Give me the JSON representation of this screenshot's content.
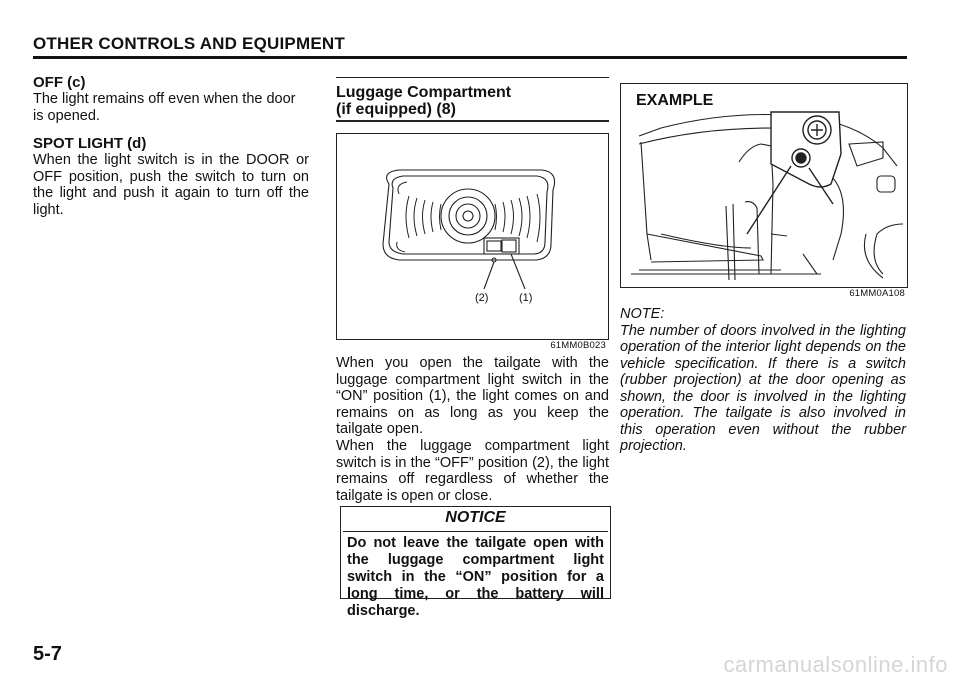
{
  "header": {
    "title": "OTHER CONTROLS AND EQUIPMENT"
  },
  "col1": {
    "off_heading": "OFF (c)",
    "off_text": "The light remains off even when the door is opened.",
    "spot_heading": "SPOT LIGHT (d)",
    "spot_text": "When the light switch is in the DOOR or OFF position, push the switch to turn on the light and push it again to turn off the light."
  },
  "col2": {
    "section_title_line1": "Luggage Compartment",
    "section_title_line2": "(if equipped) (8)",
    "figure": {
      "label_2": "(2)",
      "label_1": "(1)",
      "code": "61MM0B023"
    },
    "paragraph1": "When you open the tailgate with the luggage compartment light switch in the “ON” position (1), the light comes on and remains on as long as you keep the tailgate open.",
    "paragraph2": "When the luggage compartment light switch is in the “OFF” position (2), the light remains off regardless of whether the tailgate is open or close.",
    "notice": {
      "heading": "NOTICE",
      "text": "Do not leave the tailgate open with the luggage compartment light switch in the “ON” position for a long time, or the battery will discharge."
    }
  },
  "col3": {
    "figure": {
      "label": "EXAMPLE",
      "code": "61MM0A108"
    },
    "note_heading": "NOTE:",
    "note_text": "The number of doors involved in the lighting operation of the interior light depends on the vehicle specification. If there is a switch (rubber projection) at the door opening as shown, the door is involved in the lighting operation. The tailgate is also involved in this operation even without the rubber projection."
  },
  "footer": {
    "page_number": "5-7",
    "watermark": "carmanualsonline.info"
  }
}
